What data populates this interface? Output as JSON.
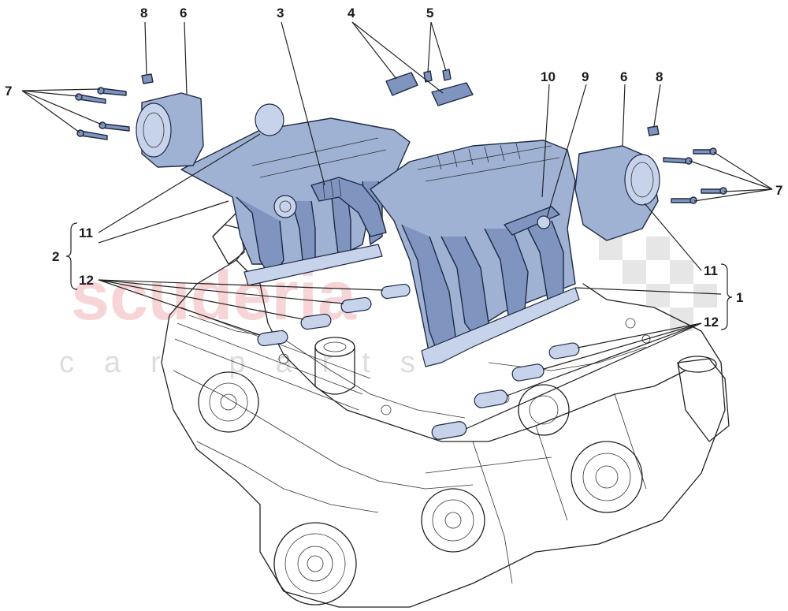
{
  "watermark": {
    "brand": "scuderia",
    "sub": "car parts"
  },
  "callouts": {
    "c1": "1",
    "c2": "2",
    "c3": "3",
    "c4": "4",
    "c5_left": "5",
    "c6_left": "6",
    "c6_right": "6",
    "c7_left": "7",
    "c7_right": "7",
    "c8_left": "8",
    "c8_right": "8",
    "c9": "9",
    "c10": "10",
    "c11_left": "11",
    "c11_right": "11",
    "c12_left": "12",
    "c12_right": "12"
  },
  "colors": {
    "highlight_part": "#9fb2d4",
    "line_art": "#222222",
    "watermark_red": "#f2b3b8"
  }
}
